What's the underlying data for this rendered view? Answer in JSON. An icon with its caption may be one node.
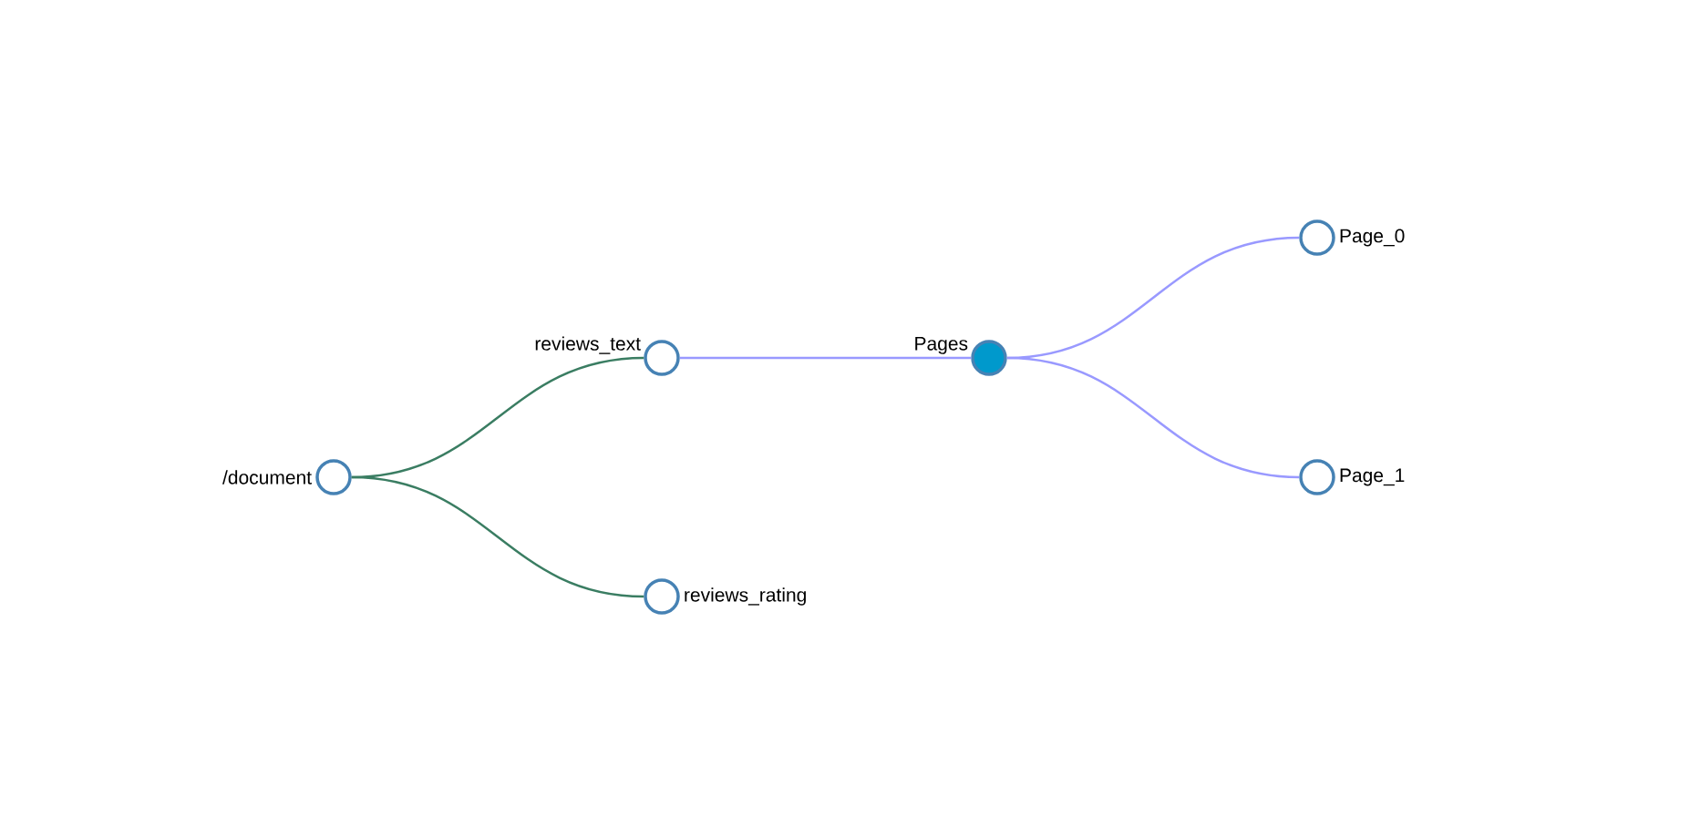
{
  "diagram": {
    "nodes": [
      {
        "text": [
          "/document"
        ]
      },
      {
        "text": [
          "reviews_text"
        ]
      },
      {
        "text": [
          "reviews_rating"
        ]
      },
      {
        "text": [
          "Pages"
        ]
      },
      {
        "text": [
          "Page_0"
        ]
      },
      {
        "text": [
          "Page_1"
        ]
      }
    ],
    "edges": [
      {
        "from": 0,
        "to": 1,
        "arrow": "none",
        "color": "#3a7d62"
      },
      {
        "from": 0,
        "to": 2,
        "arrow": "none",
        "color": "#3a7d62"
      },
      {
        "from": 1,
        "to": 3,
        "arrow": "none"
      },
      {
        "from": 3,
        "to": 4,
        "arrow": "none"
      },
      {
        "from": 3,
        "to": 5,
        "arrow": "none"
      }
    ]
  }
}
